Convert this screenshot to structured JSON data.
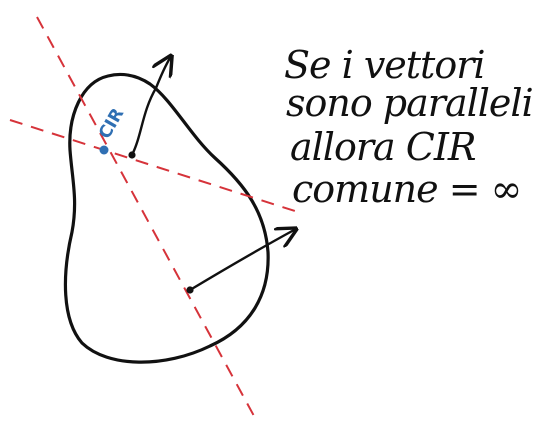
{
  "diagram": {
    "cir_label": "CIR",
    "note_lines": [
      "Se i vettori",
      "sono paralleli",
      "allora CIR",
      "comune = ∞"
    ]
  },
  "colors": {
    "ink": "#111111",
    "dashed_lines": "#d6333a",
    "cir_point": "#2f6fb3",
    "background": "#ffffff"
  }
}
